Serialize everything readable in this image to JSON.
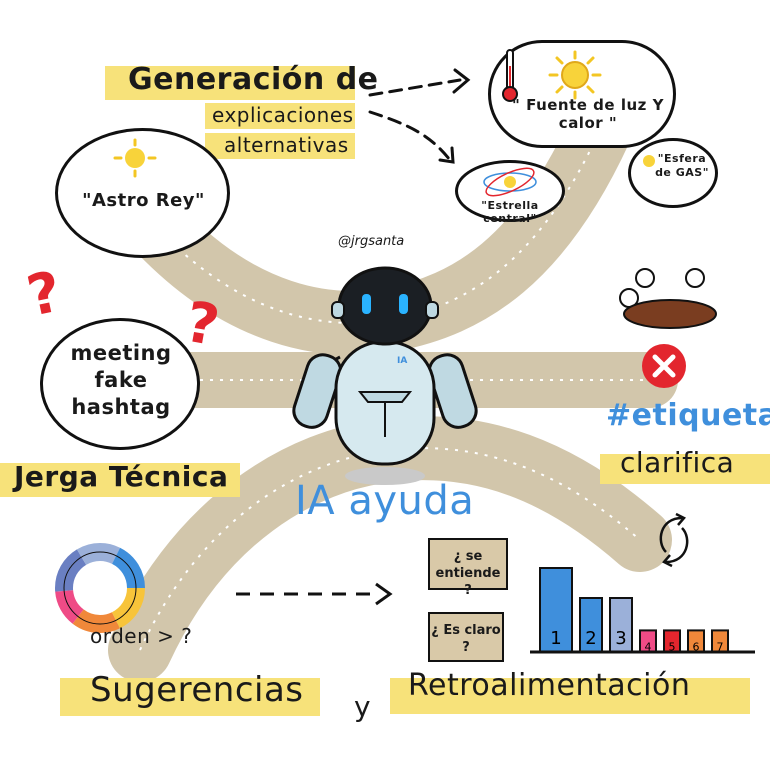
{
  "credit": "@jrgsanta",
  "top": {
    "title_line1": "Generación de",
    "title_line2": "explicaciones",
    "title_line3": "alternativas",
    "bubble_heat": "\" Fuente de luz Y calor \"",
    "bubble_star": "\"Estrella central\"",
    "bubble_gas": "\"Esfera de GAS\""
  },
  "left": {
    "bubble_astro": "\"Astro Rey\"",
    "bubble_jargon": "meeting fake hashtag",
    "question_mark": "?",
    "label": "Jerga Técnica"
  },
  "right": {
    "hashtag": "#etiqueta",
    "clarifica": "clarifica"
  },
  "center": {
    "robot_badge": "IA",
    "caption": "IA ayuda"
  },
  "bottom": {
    "orden_label": "orden > ?",
    "note_1": "¿ se entiende ?",
    "note_2": "¿ Es claro ?",
    "sugerencias": "Sugerencias",
    "y": "y",
    "retro": "Retroalimentación",
    "bar_labels": [
      "1",
      "2",
      "3",
      "4",
      "5",
      "6",
      "7"
    ],
    "bar_values": [
      7,
      4.5,
      4.5,
      1.8,
      1.8,
      1.8,
      1.8
    ]
  },
  "colors": {
    "highlight": "#f7e27a",
    "road": "#d2c6ab",
    "blue": "#3f8fdc",
    "red": "#e3262e",
    "pink": "#ef4b86"
  }
}
